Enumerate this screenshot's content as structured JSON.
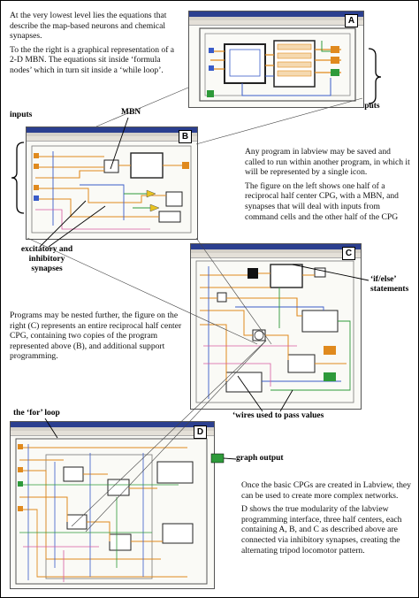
{
  "text_blocks": {
    "a_p1": "At the very lowest level lies the equations that describe the map-based neurons and chemical synapses.",
    "a_p2": "To the the right is a graphical representation of a 2-D MBN.  The equations sit inside ‘formula nodes’ which in turn sit inside a ‘while loop’.",
    "b_p1": "Any program in labview may be saved and called to run within another program, in which it will be represented by a single icon.",
    "b_p2": "The figure on the left shows one half of a reciprocal half center CPG, with a MBN, and synapses that will deal with inputs from command cells and the other half of the CPG",
    "c_p1": "Programs may be nested further, the figure on the right (C) represents an entire reciprocal half center CPG, containing two copies of the program represented above (B), and additional support programming.",
    "d_p1": "Once the basic CPGs are created in Labview, they can be used to create more complex networks.",
    "d_p2": "D shows the true modularity of the labview programming interface, three half centers, each containing A, B, and C as described above are connected via inhibitory synapses, creating the alternating tripod locomotor pattern."
  },
  "labels": {
    "outputs": "outputs",
    "inputs": "inputs",
    "mbn": "MBN",
    "syn_line1": "excitatory and",
    "syn_line2": "inhibitory",
    "syn_line3": "synapses",
    "ifelse_line1": "‘if/else’",
    "ifelse_line2": "statements",
    "wires": "‘wires used to pass values",
    "for_loop": "the ‘for’ loop",
    "graph_output": "graph output"
  },
  "panels": {
    "a": "A",
    "b": "B",
    "c": "C",
    "d": "D"
  },
  "colors": {
    "wire_orange": "#e08a1e",
    "wire_blue": "#3a5cc8",
    "wire_green": "#2e9a3a",
    "wire_pink": "#d85aa0",
    "title_blue": "#2b3f8f"
  }
}
